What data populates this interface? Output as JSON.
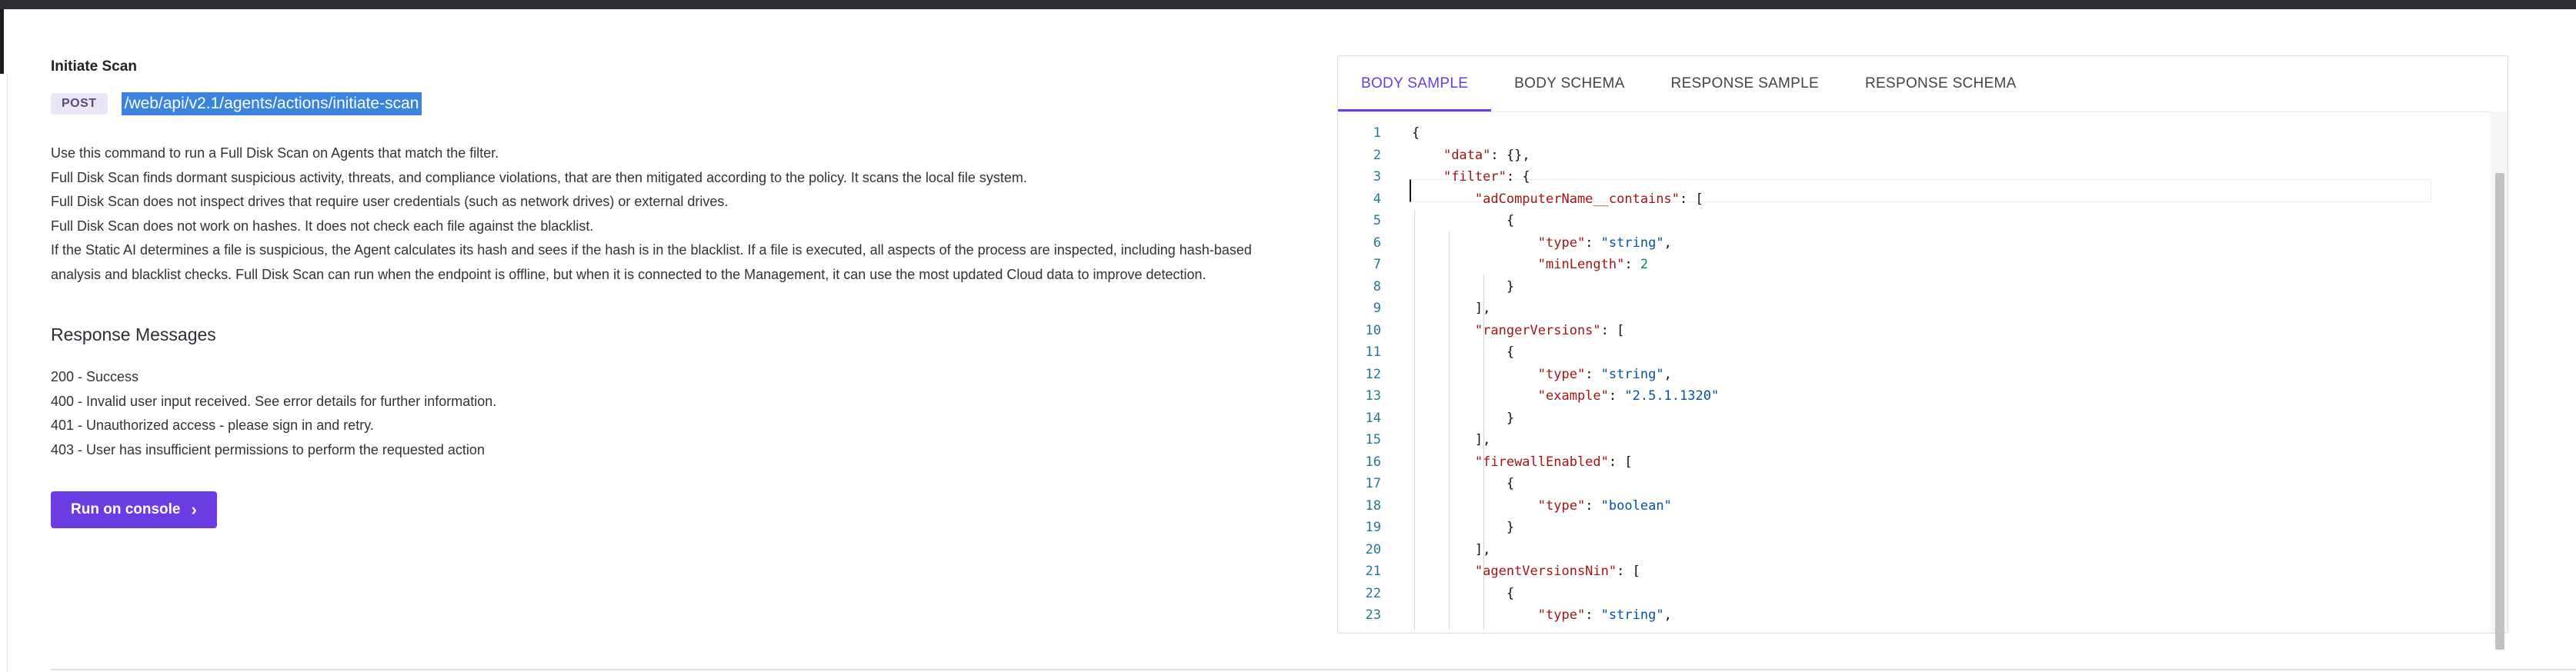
{
  "page": {
    "title": "Initiate Scan",
    "method": "POST",
    "path": "/web/api/v2.1/agents/actions/initiate-scan"
  },
  "description": [
    "Use this command to run a Full Disk Scan on Agents that match the filter.",
    "Full Disk Scan finds dormant suspicious activity, threats, and compliance violations, that are then mitigated according to the policy. It scans the local file system.",
    "Full Disk Scan does not inspect drives that require user credentials (such as network drives) or external drives.",
    "Full Disk Scan does not work on hashes. It does not check each file against the blacklist.",
    "If the Static AI determines a file is suspicious, the Agent calculates its hash and sees if the hash is in the blacklist. If a file is executed, all aspects of the process are inspected, including hash-based analysis and blacklist checks. Full Disk Scan can run when the endpoint is offline, but when it is connected to the Management, it can use the most updated Cloud data to improve detection."
  ],
  "responses": {
    "title": "Response Messages",
    "items": [
      "200 - Success",
      "400 - Invalid user input received. See error details for further information.",
      "401 - Unauthorized access - please sign in and retry.",
      "403 - User has insufficient permissions to perform the requested action"
    ]
  },
  "run_button": {
    "label": "Run on console",
    "icon": "chevron-right-icon"
  },
  "tabs": [
    {
      "label": "BODY SAMPLE",
      "active": true
    },
    {
      "label": "BODY SCHEMA",
      "active": false
    },
    {
      "label": "RESPONSE SAMPLE",
      "active": false
    },
    {
      "label": "RESPONSE SCHEMA",
      "active": false
    }
  ],
  "code_lines": [
    {
      "n": "1",
      "text": "{"
    },
    {
      "n": "2",
      "text": "    \"data\": {},"
    },
    {
      "n": "3",
      "text": "    \"filter\": {"
    },
    {
      "n": "4",
      "text": "        \"adComputerName__contains\": ["
    },
    {
      "n": "5",
      "text": "            {"
    },
    {
      "n": "6",
      "text": "                \"type\": \"string\","
    },
    {
      "n": "7",
      "text": "                \"minLength\": 2"
    },
    {
      "n": "8",
      "text": "            }"
    },
    {
      "n": "9",
      "text": "        ],"
    },
    {
      "n": "10",
      "text": "        \"rangerVersions\": ["
    },
    {
      "n": "11",
      "text": "            {"
    },
    {
      "n": "12",
      "text": "                \"type\": \"string\","
    },
    {
      "n": "13",
      "text": "                \"example\": \"2.5.1.1320\""
    },
    {
      "n": "14",
      "text": "            }"
    },
    {
      "n": "15",
      "text": "        ],"
    },
    {
      "n": "16",
      "text": "        \"firewallEnabled\": ["
    },
    {
      "n": "17",
      "text": "            {"
    },
    {
      "n": "18",
      "text": "                \"type\": \"boolean\""
    },
    {
      "n": "19",
      "text": "            }"
    },
    {
      "n": "20",
      "text": "        ],"
    },
    {
      "n": "21",
      "text": "        \"agentVersionsNin\": ["
    },
    {
      "n": "22",
      "text": "            {"
    },
    {
      "n": "23",
      "text": "                \"type\": \"string\","
    }
  ],
  "colors": {
    "accent": "#6a3ce2",
    "selection": "#3a84e0",
    "badge_bg": "#ebe6f7",
    "json_key": "#a31515",
    "json_string": "#0451a5",
    "json_number": "#098658",
    "line_number": "#237893"
  }
}
